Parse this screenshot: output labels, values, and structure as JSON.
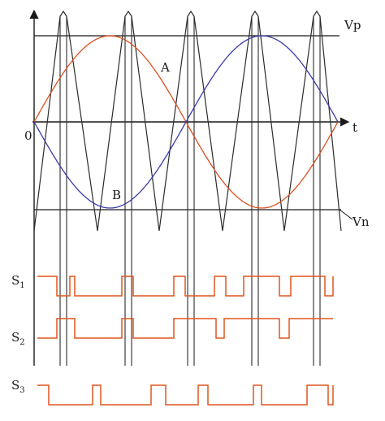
{
  "labels": {
    "vp": "Vp",
    "vn": "Vn",
    "t": "t",
    "origin": "0",
    "a": "A",
    "b": "B"
  },
  "signals": [
    {
      "letter": "S",
      "index": "1"
    },
    {
      "letter": "S",
      "index": "2"
    },
    {
      "letter": "S",
      "index": "3"
    }
  ],
  "colors": {
    "axes": "#1a1a1a",
    "carrier": "#2b2b2b",
    "wave_a": "#d9501f",
    "wave_b": "#3a3aa8",
    "pulse": "#e0551f"
  }
}
